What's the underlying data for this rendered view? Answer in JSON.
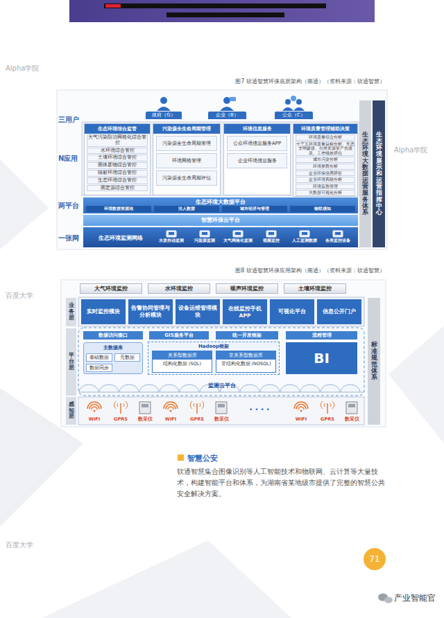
{
  "diagram": {
    "nodes": [
      {
        "text": [
          "政府（G）"
        ]
      },
      {
        "text": [
          "企业（B）"
        ]
      },
      {
        "text": [
          "公众（C）"
        ]
      },
      {
        "text": [
          "生态环境综合监管"
        ]
      },
      {
        "text": [
          "大气污染防治网格化综合管控"
        ],
        "in": 3
      },
      {
        "text": [
          "水环境综合管控"
        ],
        "in": 3
      },
      {
        "text": [
          "土壤环境综合管控"
        ],
        "in": 3
      },
      {
        "text": [
          "固体废物综合管控"
        ],
        "in": 3
      },
      {
        "text": [
          "辐射环境综合管控"
        ],
        "in": 3
      },
      {
        "text": [
          "生态环境综合管控"
        ],
        "in": 3
      },
      {
        "text": [
          "固定源综合管控"
        ],
        "in": 3
      },
      {
        "text": [
          "污染源全生命周期管理"
        ]
      },
      {
        "text": [
          "污染源全生命周期管理"
        ],
        "in": 11
      },
      {
        "text": [
          "环境网格管理"
        ],
        "in": 11
      },
      {
        "text": [
          "污染源全生命周期评估"
        ],
        "in": 11
      },
      {
        "text": [
          "环境信息服务"
        ]
      },
      {
        "text": [
          "公众环境信息服务APP"
        ],
        "in": 15
      },
      {
        "text": [
          "企业环境信息服务"
        ],
        "in": 15
      },
      {
        "text": [
          "环境质量管理辅助决策"
        ]
      },
      {
        "text": [
          "环境质量综合分析"
        ],
        "in": 18
      },
      {
        "text": [
          "十三五环境质量目标分析、生态文明建设、自然资源资产负债表、工作绩效评估"
        ],
        "in": 18
      },
      {
        "text": [
          "城市污染分析"
        ],
        "in": 18
      },
      {
        "text": [
          "环境形势分析"
        ],
        "in": 18
      },
      {
        "text": [
          "企业环保信用评价"
        ],
        "in": 18
      },
      {
        "text": [
          "企业环境风险分析"
        ],
        "in": 18
      },
      {
        "text": [
          "环境应急管理"
        ],
        "in": 18
      },
      {
        "text": [
          "大数据可视化分析"
        ],
        "in": 18
      },
      {
        "text": [
          "生态环境大数据平台"
        ]
      },
      {
        "text": [
          "环境数据资源池"
        ],
        "in": 27
      },
      {
        "text": [
          "法人数据"
        ],
        "in": 27
      },
      {
        "text": [
          "城市经济与管理"
        ],
        "in": 27
      },
      {
        "text": [
          "物联感知"
        ],
        "in": 27
      },
      {
        "text": [
          "智慧环保云平台"
        ]
      },
      {
        "text": [
          "生态环境监测网络"
        ]
      },
      {
        "text": [
          "水质自动监测"
        ],
        "in": 33
      },
      {
        "text": [
          "污染源监测"
        ],
        "in": 33
      },
      {
        "text": [
          "大气网格化监测"
        ],
        "in": 33
      },
      {
        "text": [
          "视频监控"
        ],
        "in": 33
      },
      {
        "text": [
          "人工监测数据"
        ],
        "in": 33
      },
      {
        "text": [
          "各类监控设备"
        ],
        "in": 33
      },
      {
        "text": [
          "生态环境大数据运营服务体系"
        ]
      },
      {
        "text": [
          "生态环境展示和运营指挥中心"
        ]
      },
      {
        "text": [
          "大气环境监控"
        ]
      },
      {
        "text": [
          "水环境监控"
        ]
      },
      {
        "text": [
          "噪声环境监控"
        ]
      },
      {
        "text": [
          "土壤环境监控"
        ]
      },
      {
        "text": [
          "业务层"
        ]
      },
      {
        "text": [
          "平台层"
        ]
      },
      {
        "text": [
          "感知层"
        ]
      },
      {
        "text": [
          "实时监控模块"
        ]
      },
      {
        "text": [
          "告警协同管理与分析模块"
        ]
      },
      {
        "text": [
          "设备运维管理模块"
        ]
      },
      {
        "text": [
          "在线监控手机APP"
        ]
      },
      {
        "text": [
          "可视化平台"
        ]
      },
      {
        "text": [
          "信息公开门户"
        ]
      },
      {
        "text": [
          "数据访问接口"
        ]
      },
      {
        "text": [
          "GIS服务平台"
        ]
      },
      {
        "text": [
          "统一开发框架"
        ]
      },
      {
        "text": [
          "流程管理"
        ]
      },
      {
        "text": [
          "主数据库"
        ]
      },
      {
        "text": [
          "基础数据"
        ],
        "in": 59
      },
      {
        "text": [
          "元数据"
        ],
        "in": 59
      },
      {
        "text": [
          "数据同步"
        ],
        "in": 59
      },
      {
        "text": [
          "Hadoop框架"
        ]
      },
      {
        "text": [
          "关系型数据库",
          "结构化数据 (SQL)"
        ],
        "in": 63
      },
      {
        "text": [
          "非关系型数据库",
          "非结构化数据 (NOSQL)"
        ],
        "in": 63
      },
      {
        "text": [
          "BI"
        ]
      },
      {
        "text": [
          "监测云平台"
        ]
      },
      {
        "text": [
          "标准规范体系"
        ]
      },
      {
        "text": [
          "71"
        ]
      }
    ],
    "edges": [],
    "labels": [
      "图7 软通智慧环保底层架构（南通）（资料来源：软通智慧）",
      "三用户",
      "N应用",
      "两平台",
      "一张网",
      "图8 软通智慧环保应用架构（南通）（资料来源：软通智慧）",
      "WIFI",
      "GPRS",
      "数采仪",
      "WIFI",
      "GPRS",
      "数采仪",
      "WIFI",
      "GPRS",
      "数采仪",
      "• • • •",
      "智慧公安",
      "软通智慧集合图像识别等人工智能技术和物联网、云计算等大量技术，构建智能平台和体系，为湖南省某地级市提供了完整的智慧公共安全解决方案。",
      "产业智能官",
      "Alpha学院",
      "百度大学",
      "Alpha学院",
      "百度大学"
    ]
  }
}
